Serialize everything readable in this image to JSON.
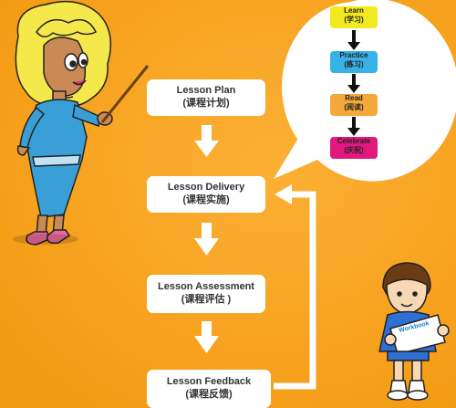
{
  "flow": {
    "steps": [
      {
        "en": "Lesson Plan",
        "zh": "(课程计划)"
      },
      {
        "en": "Lesson Delivery",
        "zh": "(课程实施)"
      },
      {
        "en": "Lesson Assessment",
        "zh": "(课程评估 )"
      },
      {
        "en": "Lesson Feedback",
        "zh": "(课程反馈)"
      }
    ]
  },
  "bubble": {
    "steps": [
      {
        "en": "Learn",
        "zh": "(学习)",
        "color": "#f2ea1f"
      },
      {
        "en": "Practice",
        "zh": "(练习)",
        "color": "#37b2e6"
      },
      {
        "en": "Read",
        "zh": "(阅读)",
        "color": "#f4a93a"
      },
      {
        "en": "Celebrate",
        "zh": "(庆祝)",
        "color": "#e3187f"
      }
    ]
  },
  "boy": {
    "book_label": "Workbook"
  },
  "colors": {
    "background": "#f7a11e",
    "box": "#ffffff",
    "arrow": "#ffffff"
  }
}
